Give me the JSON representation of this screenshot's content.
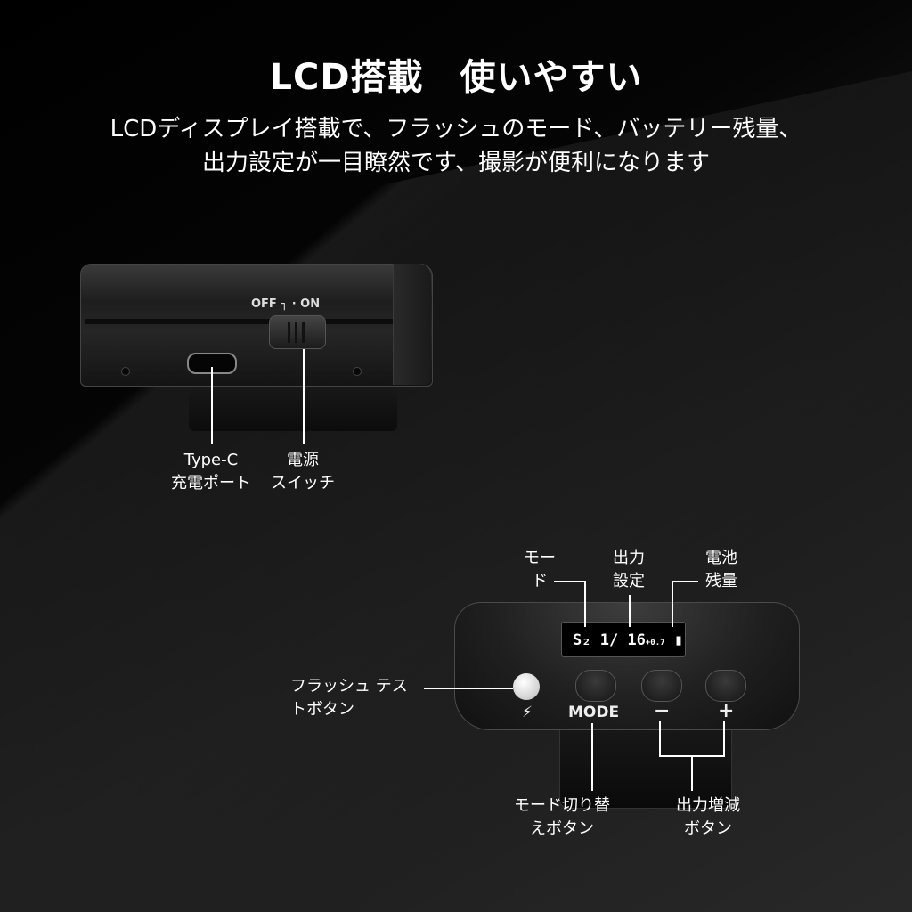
{
  "header": {
    "title": "LCD搭載　使いやすい",
    "subtitle_line1": "LCDディスプレイ搭載で、フラッシュのモード、バッテリー残量、",
    "subtitle_line2": "出力設定が一目瞭然です、撮影が便利になります"
  },
  "side_view": {
    "switch_label": "OFF ┐ · ON",
    "callout_typec": "Type-C\n充電ポート",
    "callout_power": "電源\nスイッチ"
  },
  "top_view": {
    "lcd_text": "S₂ 1/ 16",
    "lcd_small": "+0.7",
    "lcd_battery": "▮",
    "flash_icon": "⚡",
    "mode_label": "MODE",
    "minus_label": "−",
    "plus_label": "+",
    "callout_mode": "モー\nド",
    "callout_output": "出力\n設定",
    "callout_battery": "電池\n残量",
    "callout_test": "フラッシュ テス\nトボタン",
    "callout_mode_switch": "モード切り替\nえボタン",
    "callout_output_adjust": "出力増減\nボタン"
  }
}
